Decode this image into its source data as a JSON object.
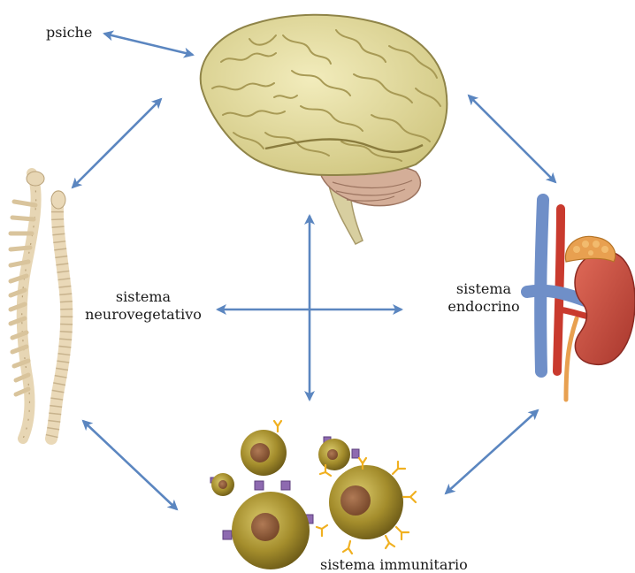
{
  "labels": {
    "psiche": "psiche",
    "neuro_line1": "sistema",
    "neuro_line2": "neurovegetativo",
    "endo_line1": "sistema",
    "endo_line2": "endocrino",
    "immuno": "sistema immunitario"
  },
  "colors": {
    "arrow": "#5b86c0",
    "brain": "#e3dca0",
    "brain_fold": "#a89a55",
    "cerebellum": "#cfa890",
    "spine_bone": "#e7d6b4",
    "kidney": "#c64a3e",
    "adrenal": "#e8a050",
    "vein": "#6f8fc8",
    "artery": "#c93a2e",
    "cell": "#a48d2c",
    "nucleus": "#8c5a3a",
    "receptor_yellow": "#f0b020",
    "receptor_purple": "#8e6ab0"
  },
  "icons": [
    "brain-icon",
    "spine-icon",
    "kidney-icon",
    "immune-cells-icon"
  ]
}
